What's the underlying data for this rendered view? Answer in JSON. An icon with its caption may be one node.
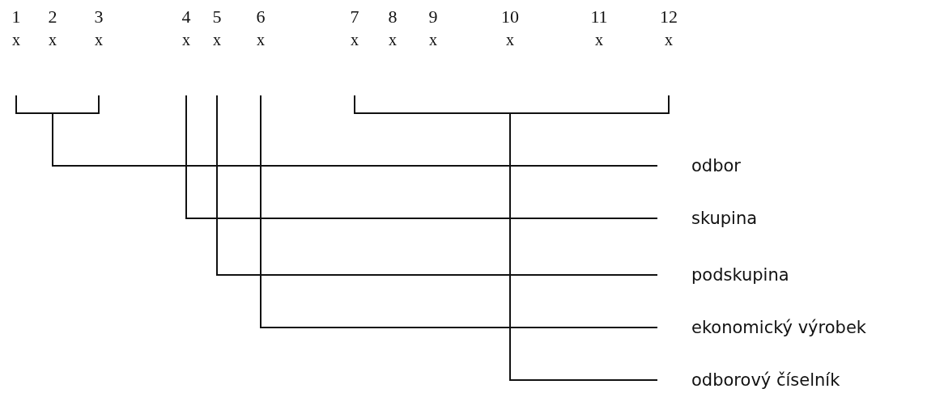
{
  "diagram": {
    "nodes": [
      {
        "text": [
          "1",
          "x"
        ]
      },
      {
        "text": [
          "2",
          "x"
        ]
      },
      {
        "text": [
          "3",
          "x"
        ]
      },
      {
        "text": [
          "4",
          "x"
        ]
      },
      {
        "text": [
          "5",
          "x"
        ]
      },
      {
        "text": [
          "6",
          "x"
        ]
      },
      {
        "text": [
          "7",
          "x"
        ]
      },
      {
        "text": [
          "8",
          "x"
        ]
      },
      {
        "text": [
          "9",
          "x"
        ]
      },
      {
        "text": [
          "10",
          "x"
        ]
      },
      {
        "text": [
          "11",
          "x"
        ]
      },
      {
        "text": [
          "12",
          "x"
        ]
      },
      {
        "text": [
          "odbor"
        ]
      },
      {
        "text": [
          "skupina"
        ]
      },
      {
        "text": [
          "podskupina"
        ]
      },
      {
        "text": [
          "ekonomický výrobek"
        ]
      },
      {
        "text": [
          "odborový číselník"
        ]
      }
    ],
    "edges": [
      {
        "from": 0,
        "to": 12,
        "arrow": "none"
      },
      {
        "from": 2,
        "to": 12,
        "arrow": "none"
      },
      {
        "from": 3,
        "to": 13,
        "arrow": "none"
      },
      {
        "from": 4,
        "to": 14,
        "arrow": "none"
      },
      {
        "from": 5,
        "to": 15,
        "arrow": "none"
      },
      {
        "from": 6,
        "to": 16,
        "arrow": "none"
      },
      {
        "from": 11,
        "to": 16,
        "arrow": "none"
      }
    ]
  }
}
